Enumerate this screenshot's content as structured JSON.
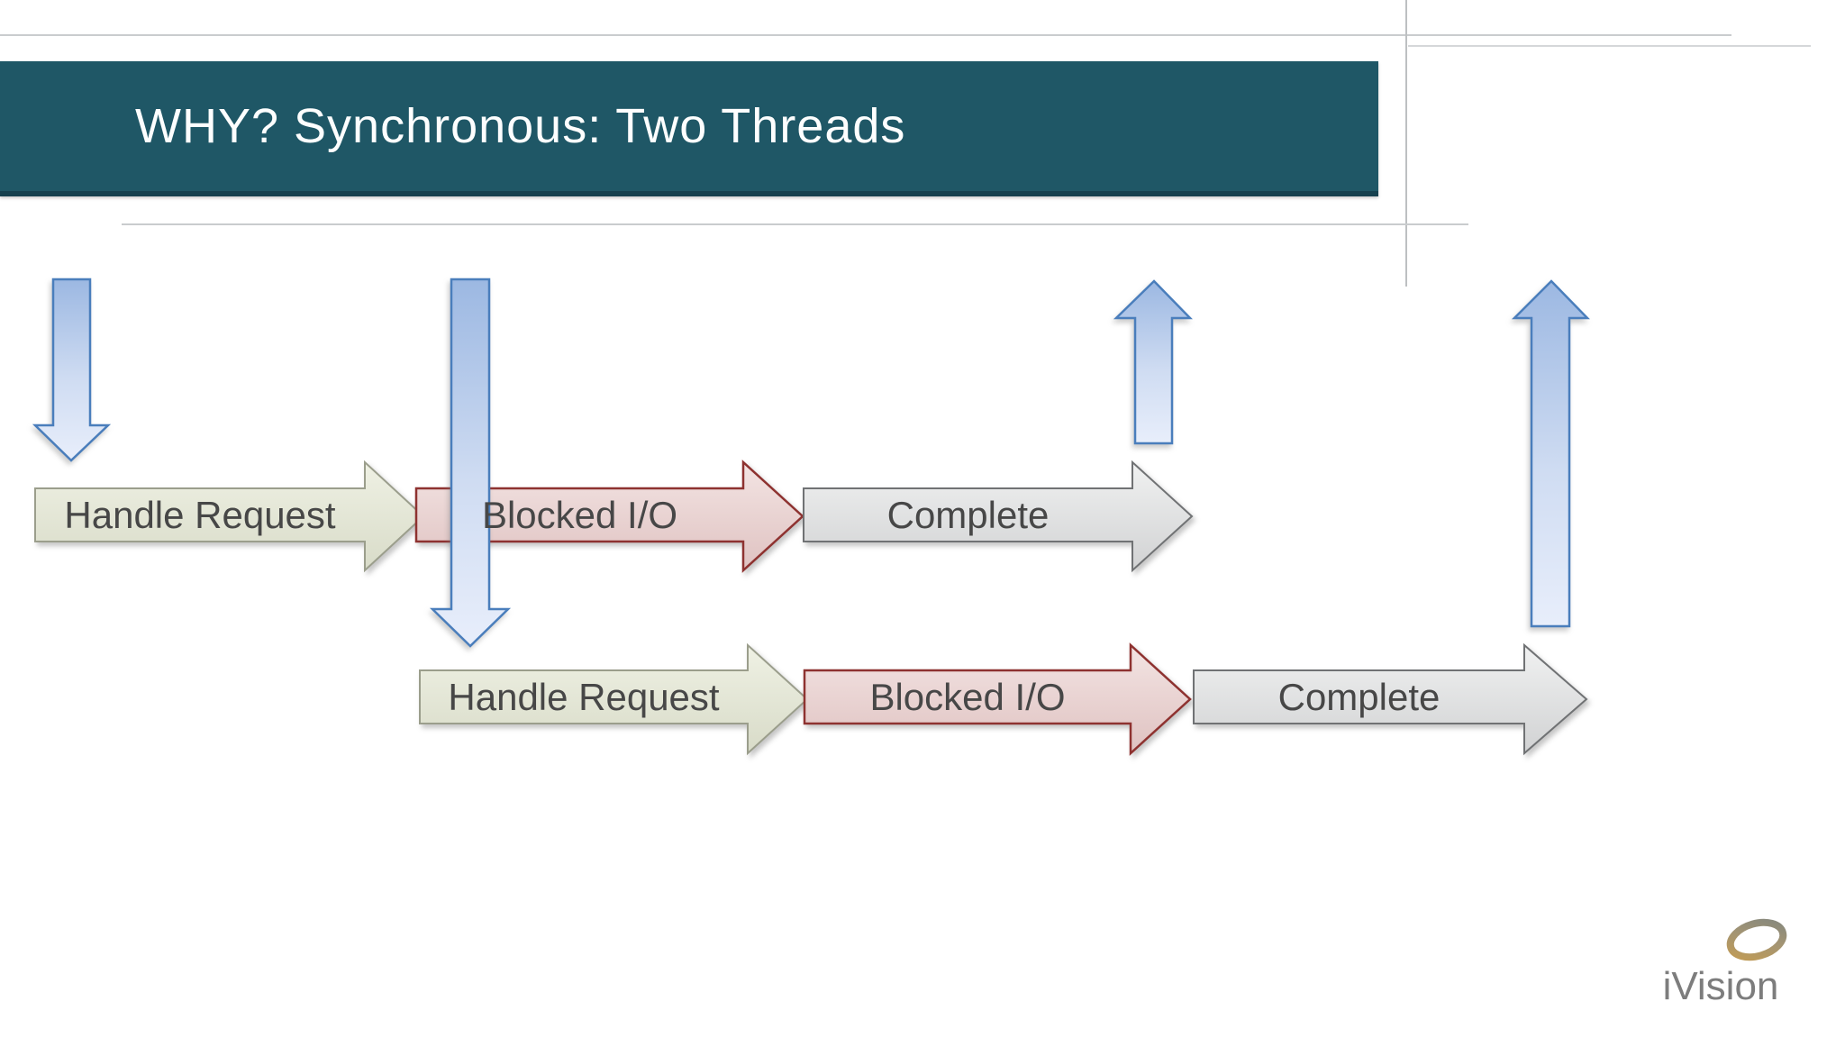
{
  "slide": {
    "title": "WHY? Synchronous: Two Threads",
    "threads": [
      {
        "steps": [
          {
            "label": "Handle Request"
          },
          {
            "label": "Blocked I/O"
          },
          {
            "label": "Complete"
          }
        ]
      },
      {
        "steps": [
          {
            "label": "Handle Request"
          },
          {
            "label": "Blocked I/O"
          },
          {
            "label": "Complete"
          }
        ]
      }
    ],
    "logo": {
      "text": "iVision"
    },
    "colors": {
      "header_teal": "#1F5766",
      "header_teal_dark": "#15404E",
      "title_text": "#FDFEFE",
      "request_arrow_border": "#4A7EBC",
      "request_arrow_fill_top": "#9CB8E2",
      "request_arrow_fill_bottom": "#E8EEFB",
      "handle_request_fill": "#EFF1E4",
      "handle_request_border": "#9B9E8C",
      "blocked_io_fill": "#F3E4E3",
      "blocked_io_border": "#8E3230",
      "complete_fill": "#F0F1F1",
      "complete_border": "#707274",
      "step_label_text": "#474747",
      "logo_text": "#7D7D7D"
    }
  }
}
